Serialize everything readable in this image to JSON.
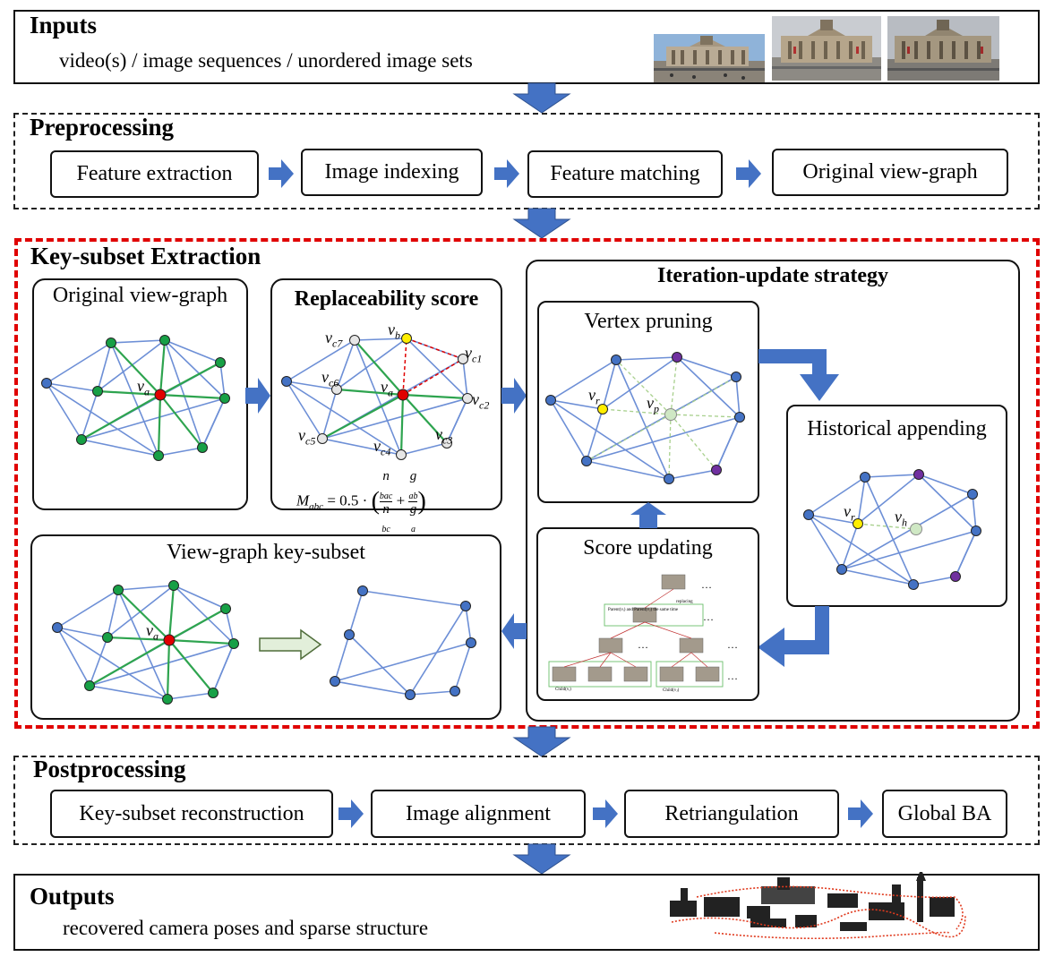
{
  "inputs": {
    "title": "Inputs",
    "subtitle": "video(s) / image sequences / unordered image sets"
  },
  "preprocessing": {
    "title": "Preprocessing",
    "steps": [
      "Feature extraction",
      "Image indexing",
      "Feature matching",
      "Original view-graph"
    ]
  },
  "key_subset": {
    "title": "Key-subset Extraction",
    "original_graph_title": "Original view-graph",
    "replaceability_title": "Replaceability score",
    "iteration_title": "Iteration-update strategy",
    "vertex_pruning_title": "Vertex pruning",
    "historical_title": "Historical appending",
    "score_updating_title": "Score updating",
    "keysubset_title": "View-graph key-subset",
    "formula_lhs": "M",
    "formula_lhs_sub": "abc",
    "formula_eq": "= 0.5 ·",
    "frac1_num": "n",
    "frac1_num_sub": "bac",
    "frac1_den": "n",
    "frac1_den_sub": "bc",
    "frac2_num": "g",
    "frac2_num_sub": "ab",
    "frac2_den": "g",
    "frac2_den_sub": "a",
    "labels": {
      "v": "v",
      "a": "a",
      "b": "b",
      "r": "r",
      "p": "p",
      "h": "h",
      "c": "c",
      "c1": "1",
      "c2": "2",
      "c3": "3",
      "c4": "4",
      "c5": "5",
      "c6": "6",
      "c7": "7"
    },
    "tree": {
      "replacing": "replacing",
      "parent_text": "Parent(vᵢ) and Parent(vⱼ) the same time",
      "child_a": "Child(vᵢ)",
      "child_b": "Child(vⱼ)",
      "dots": "…"
    }
  },
  "postprocessing": {
    "title": "Postprocessing",
    "steps": [
      "Key-subset reconstruction",
      "Image alignment",
      "Retriangulation",
      "Global BA"
    ]
  },
  "outputs": {
    "title": "Outputs",
    "subtitle": "recovered camera poses and sparse structure"
  },
  "colors": {
    "arrow": "#4472c4",
    "edge": "#6d8fd6",
    "green_edge": "#2ea44f",
    "node_blue": "#4472c4",
    "node_green": "#17a046",
    "node_red": "#e00000",
    "node_yellow": "#ffee00",
    "node_purple": "#7030a0",
    "node_gray": "#e6e6e6",
    "node_lightgreen": "#cfe8c4",
    "highlight_border": "#e00000"
  },
  "icons": [
    "arrow-down-icon",
    "arrow-right-icon",
    "arrow-left-icon",
    "arrow-up-icon",
    "elbow-arrow-icon",
    "hollow-arrow-icon"
  ]
}
